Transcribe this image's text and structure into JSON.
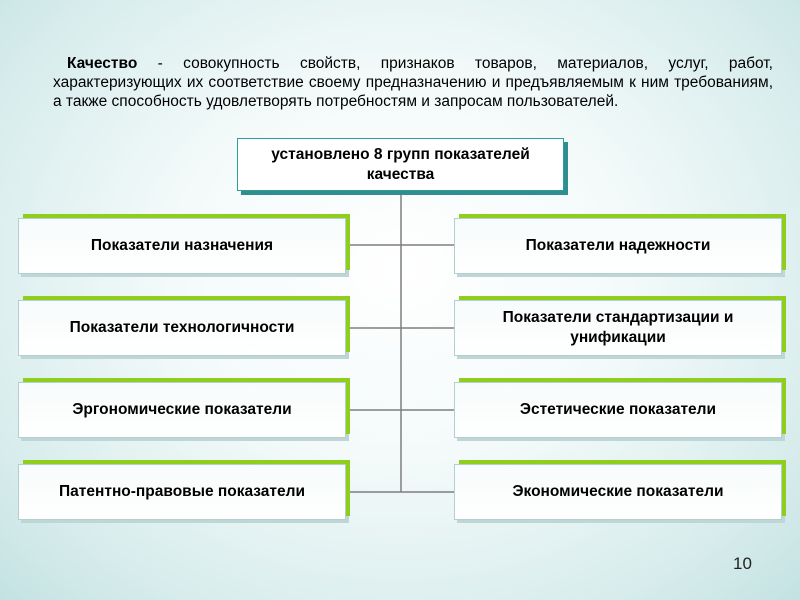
{
  "definition": {
    "term": "Качество",
    "text": " - совокупность свойств, признаков товаров, материалов, услуг, работ, характеризующих их соответствие своему предназначению и предъявляемым к ним требованиям, а также способность удовлетворять потребностям и запросам пользователей."
  },
  "diagram": {
    "root": "установлено 8 групп показателей качества",
    "left": [
      "Показатели назначения",
      "Показатели технологичности",
      "Эргономические показатели",
      "Патентно-правовые показатели"
    ],
    "right": [
      "Показатели надежности",
      "Показатели стандартизации и унификации",
      "Эстетические показатели",
      "Экономические показатели"
    ]
  },
  "colors": {
    "accent_green": "#8fce1c",
    "root_border": "#2f9b9b",
    "line": "#7f7f7f"
  },
  "page_number": "10"
}
